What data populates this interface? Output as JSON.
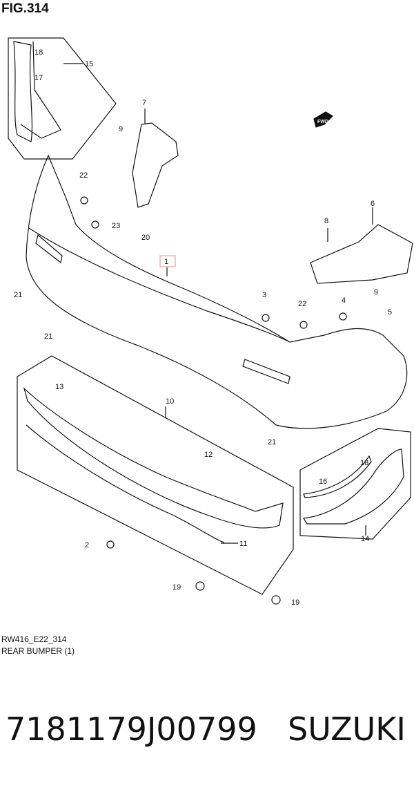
{
  "figure": {
    "title": "FIG.314",
    "code": "RW416_E22_314",
    "name": "REAR BUMPER (1)",
    "fwd_label": "FWD"
  },
  "part": {
    "number": "7181179J00799",
    "brand": "SUZUKI"
  },
  "callouts": [
    "1",
    "2",
    "3",
    "4",
    "5",
    "6",
    "7",
    "8",
    "9",
    "9",
    "10",
    "11",
    "12",
    "13",
    "14",
    "15",
    "16",
    "17",
    "18",
    "18",
    "19",
    "19",
    "20",
    "21",
    "21",
    "21",
    "22",
    "22",
    "23"
  ],
  "highlight_color": "#e8a0a8"
}
